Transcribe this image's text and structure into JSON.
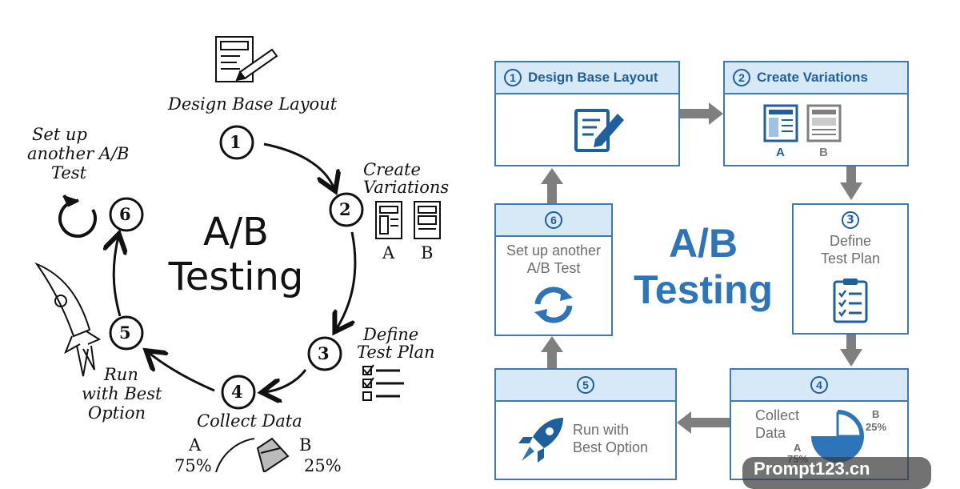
{
  "sketch": {
    "title_line1": "A/B",
    "title_line2": "Testing",
    "steps": [
      {
        "num": "1",
        "label": "Design Base Layout"
      },
      {
        "num": "2",
        "label_line1": "Create",
        "label_line2": "Variations",
        "a": "A",
        "b": "B"
      },
      {
        "num": "3",
        "label_line1": "Define",
        "label_line2": "Test Plan"
      },
      {
        "num": "4",
        "label": "Collect Data",
        "a": "A",
        "b": "B",
        "a_pct": "75%",
        "b_pct": "25%"
      },
      {
        "num": "5",
        "label_line1": "Run",
        "label_line2": "with Best",
        "label_line3": "Option"
      },
      {
        "num": "6",
        "label_line1": "Set up",
        "label_line2": "another A/B",
        "label_line3": "Test"
      }
    ]
  },
  "flow": {
    "title_line1": "A/B",
    "title_line2": "Testing",
    "accent": "#2e74b8",
    "header_fill": "#d7e8f6",
    "arrow_color": "#7f7f7f",
    "steps": [
      {
        "num": "1",
        "label": "Design Base Layout",
        "icon": "document-pencil-icon"
      },
      {
        "num": "2",
        "label": "Create Variations",
        "icon": "layout-variations-icon",
        "a": "A",
        "b": "B"
      },
      {
        "num": "3",
        "label_line1": "Define",
        "label_line2": "Test Plan",
        "icon": "clipboard-checklist-icon"
      },
      {
        "num": "4",
        "label_line1": "Collect",
        "label_line2": "Data",
        "icon": "pie-chart-icon",
        "a": "A",
        "b": "B",
        "a_pct": "75%",
        "b_pct": "25%"
      },
      {
        "num": "5",
        "label_line1": "Run with",
        "label_line2": "Best Option",
        "icon": "rocket-icon"
      },
      {
        "num": "6",
        "label_line1": "Set up another",
        "label_line2": "A/B Test",
        "icon": "refresh-cycle-icon"
      }
    ]
  },
  "watermark": {
    "text": "Prompt123.cn"
  }
}
